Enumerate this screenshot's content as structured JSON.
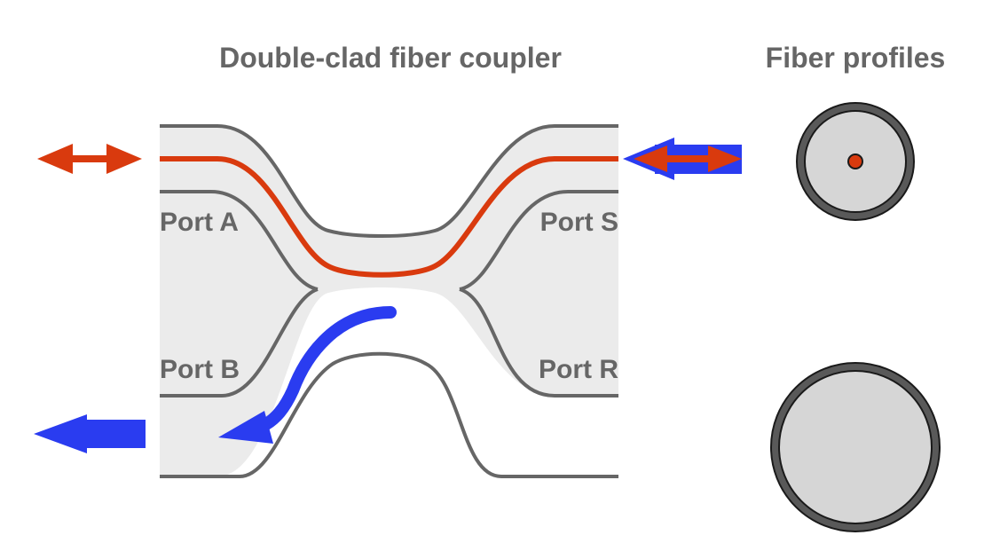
{
  "title": "Double-clad fiber coupler",
  "profiles_title": "Fiber profiles",
  "ports": {
    "a": "Port A",
    "s": "Port S",
    "b": "Port B",
    "r": "Port R"
  },
  "colors": {
    "text": "#666666",
    "fiber_fill": "#ebebeb",
    "fiber_outline": "#666666",
    "core_light": "#d93a0e",
    "cladding_light": "#2a3cf0",
    "profile_outer": "#595959",
    "profile_inner": "#d6d6d6"
  }
}
